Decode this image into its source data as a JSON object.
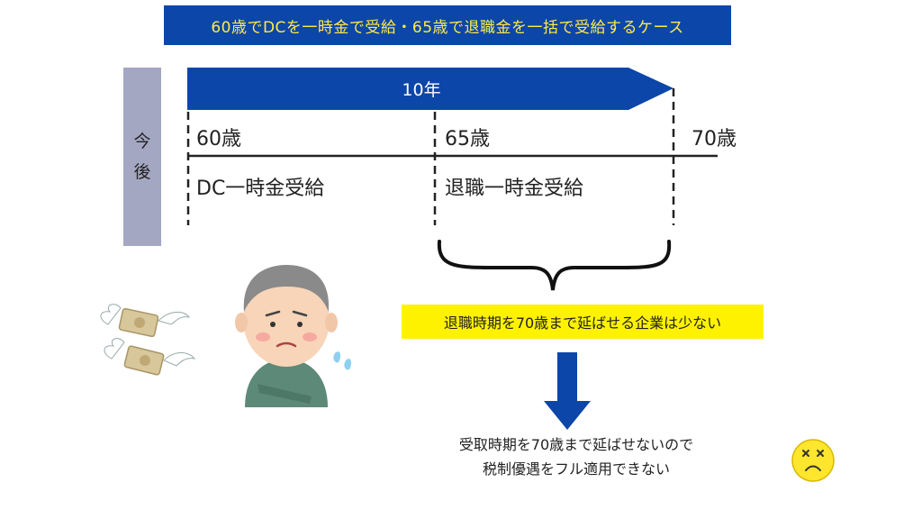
{
  "title": "60歳でDCを一時金で受給・65歳で退職金を一括で受給するケース",
  "side_label": [
    "今",
    "後"
  ],
  "timeline": {
    "period_label": "10年",
    "ages": [
      "60歳",
      "65歳",
      "70歳"
    ],
    "events": [
      "DC一時金受給",
      "退職一時金受給"
    ]
  },
  "note": "退職時期を70歳まで延ばせる企業は少ない",
  "conclusion": [
    "受取時期を70歳まで延ばせないので",
    "税制優遇をフル適用できない"
  ],
  "colors": {
    "banner": "#0b46a8",
    "banner_text": "#ffe94a",
    "arrow": "#0b46a8",
    "note_bg": "#fff200",
    "side_bar": "#a3a7c2"
  }
}
